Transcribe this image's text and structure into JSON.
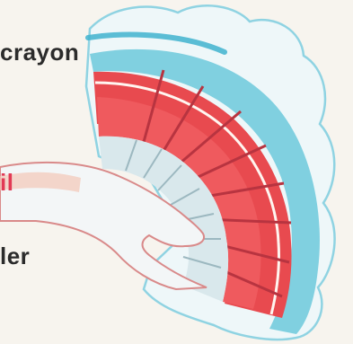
{
  "labels": {
    "crayon": "crayon",
    "il": "il",
    "ler": "ler"
  },
  "colors": {
    "background": "#f7f4ee",
    "red_band": "#e84a4f",
    "red_ridge": "#c63840",
    "cyan_rim": "#6cc9dc",
    "pale_blue": "#cfe9ef",
    "label_text": "#2b2b2b",
    "label_accent": "#e23a55"
  }
}
